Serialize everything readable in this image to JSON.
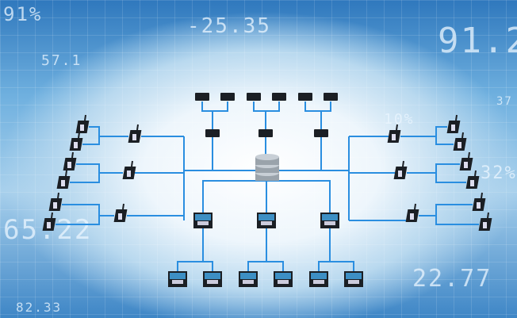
{
  "background_numbers": [
    "91%",
    "-25.35",
    "57.1",
    "91.2",
    "37",
    "10%",
    "32%",
    "65.22",
    "22.77",
    "82.33"
  ],
  "colors": {
    "link": "#2a8ee0",
    "device": "#1b1f24",
    "screen": "#3d8fc4",
    "server": "#9aa3ab"
  }
}
